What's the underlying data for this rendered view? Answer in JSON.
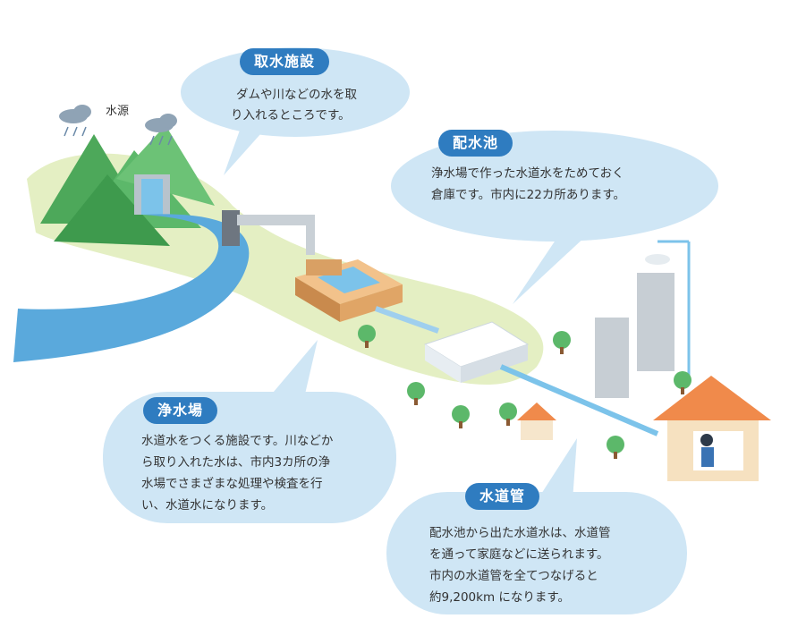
{
  "source_label": "水源",
  "bubbles": {
    "intake": {
      "title": "取水施設",
      "lines": [
        "ダムや川などの水を取",
        "り入れるところです。"
      ]
    },
    "reservoir": {
      "title": "配水池",
      "lines": [
        "浄水場で作った水道水をためておく",
        "倉庫です。市内に22カ所あります。"
      ]
    },
    "purification": {
      "title": "浄水場",
      "lines": [
        "水道水をつくる施設です。川などか",
        "ら取り入れた水は、市内3カ所の浄",
        "水場でさまざまな処理や検査を行",
        "い、水道水になります。"
      ]
    },
    "pipe": {
      "title": "水道管",
      "lines": [
        "配水池から出た水道水は、水道管",
        "を通って家庭などに送られます。",
        "市内の水道管を全てつなげると",
        "約9,200km になります。"
      ]
    }
  },
  "colors": {
    "bubble": "#cfe6f5",
    "title_badge": "#2f7cc0",
    "water": "#5aa9dc",
    "grass": "#e4efc3",
    "mountain": "#5cb86a",
    "roof": "#f08a4b"
  }
}
